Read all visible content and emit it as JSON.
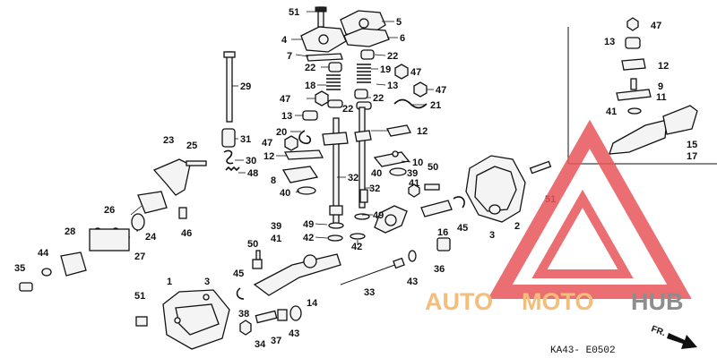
{
  "callouts": [
    {
      "id": "c51a",
      "text": "51"
    },
    {
      "id": "c5",
      "text": "5"
    },
    {
      "id": "c4",
      "text": "4"
    },
    {
      "id": "c6",
      "text": "6"
    },
    {
      "id": "c7",
      "text": "7"
    },
    {
      "id": "c22a",
      "text": "22"
    },
    {
      "id": "c22b",
      "text": "22"
    },
    {
      "id": "c19",
      "text": "19"
    },
    {
      "id": "c47a",
      "text": "47"
    },
    {
      "id": "c18",
      "text": "18"
    },
    {
      "id": "c13a",
      "text": "13"
    },
    {
      "id": "c47b",
      "text": "47"
    },
    {
      "id": "c47c",
      "text": "47"
    },
    {
      "id": "c22c",
      "text": "22"
    },
    {
      "id": "c22d",
      "text": "22"
    },
    {
      "id": "c21",
      "text": "21"
    },
    {
      "id": "c13b",
      "text": "13"
    },
    {
      "id": "c29",
      "text": "29"
    },
    {
      "id": "c20",
      "text": "20"
    },
    {
      "id": "c12a",
      "text": "12"
    },
    {
      "id": "c47d",
      "text": "47"
    },
    {
      "id": "c12b",
      "text": "12"
    },
    {
      "id": "c10",
      "text": "10"
    },
    {
      "id": "c31",
      "text": "31"
    },
    {
      "id": "c30",
      "text": "30"
    },
    {
      "id": "c48",
      "text": "48"
    },
    {
      "id": "c23",
      "text": "23"
    },
    {
      "id": "c25",
      "text": "25"
    },
    {
      "id": "c40a",
      "text": "40"
    },
    {
      "id": "c39a",
      "text": "39"
    },
    {
      "id": "c50a",
      "text": "50"
    },
    {
      "id": "c8",
      "text": "8"
    },
    {
      "id": "c32a",
      "text": "32"
    },
    {
      "id": "c40b",
      "text": "40"
    },
    {
      "id": "c32b",
      "text": "32"
    },
    {
      "id": "c41a",
      "text": "41"
    },
    {
      "id": "c46",
      "text": "46"
    },
    {
      "id": "c26",
      "text": "26"
    },
    {
      "id": "c49a",
      "text": "49"
    },
    {
      "id": "c49b",
      "text": "49"
    },
    {
      "id": "c42a",
      "text": "42"
    },
    {
      "id": "c42b",
      "text": "42"
    },
    {
      "id": "c16",
      "text": "16"
    },
    {
      "id": "c45a",
      "text": "45"
    },
    {
      "id": "c28",
      "text": "28"
    },
    {
      "id": "c24",
      "text": "24"
    },
    {
      "id": "c27",
      "text": "27"
    },
    {
      "id": "c44",
      "text": "44"
    },
    {
      "id": "c39b",
      "text": "39"
    },
    {
      "id": "c50b",
      "text": "50"
    },
    {
      "id": "c41b",
      "text": "41"
    },
    {
      "id": "c35",
      "text": "35"
    },
    {
      "id": "c45b",
      "text": "45"
    },
    {
      "id": "c1",
      "text": "1"
    },
    {
      "id": "c3a",
      "text": "3"
    },
    {
      "id": "c51b",
      "text": "51"
    },
    {
      "id": "c14",
      "text": "14"
    },
    {
      "id": "c33",
      "text": "33"
    },
    {
      "id": "c43a",
      "text": "43"
    },
    {
      "id": "c36",
      "text": "36"
    },
    {
      "id": "c38",
      "text": "38"
    },
    {
      "id": "c34",
      "text": "34"
    },
    {
      "id": "c37",
      "text": "37"
    },
    {
      "id": "c43b",
      "text": "43"
    },
    {
      "id": "c3b",
      "text": "3"
    },
    {
      "id": "c2",
      "text": "2"
    },
    {
      "id": "c51c",
      "text": "51"
    },
    {
      "id": "c47e",
      "text": "47"
    },
    {
      "id": "c13c",
      "text": "13"
    },
    {
      "id": "c12c",
      "text": "12"
    },
    {
      "id": "c9",
      "text": "9"
    },
    {
      "id": "c11",
      "text": "11"
    },
    {
      "id": "c41c",
      "text": "41"
    },
    {
      "id": "c15",
      "text": "15"
    },
    {
      "id": "c17",
      "text": "17"
    }
  ],
  "drawing_code": "KA43- E0502",
  "direction_label": "FR.",
  "watermark": {
    "auto": "AUTO",
    "moto": "MOTO",
    "hub": "HUB",
    "triangle_color": "#e8575a",
    "text_color": "#f2b266",
    "hub_color": "#7a7a7a"
  }
}
